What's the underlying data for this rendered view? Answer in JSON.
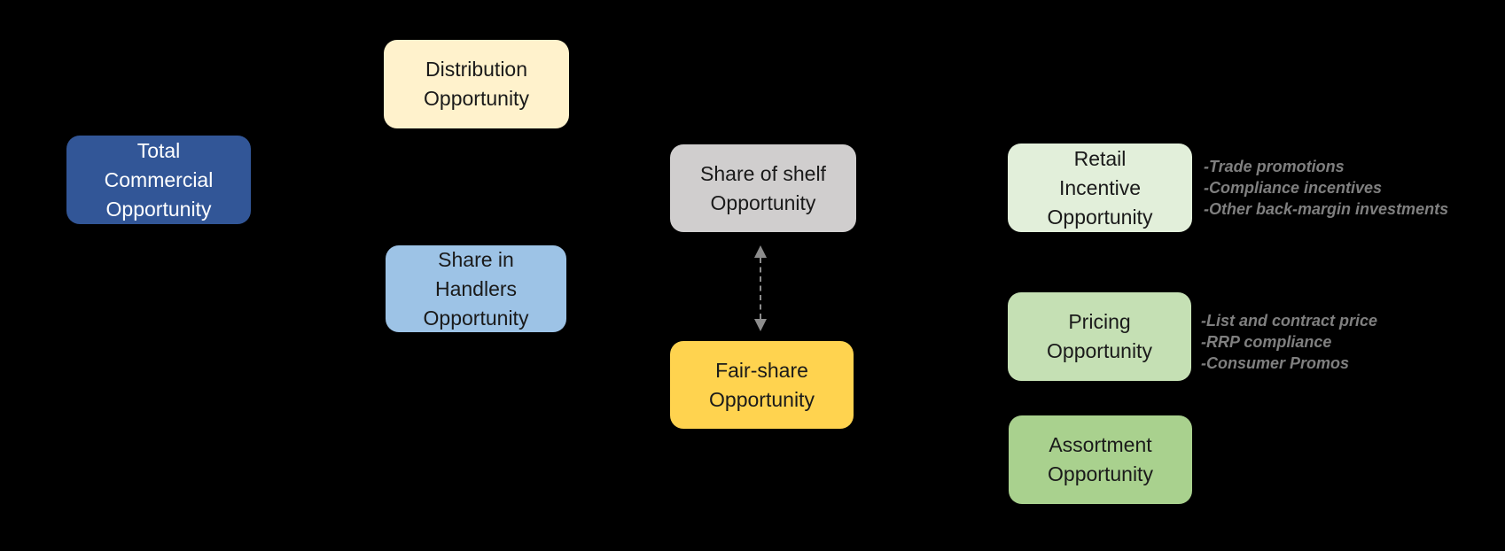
{
  "canvas": {
    "background_color": "#000000"
  },
  "diagram": {
    "nodes": [
      {
        "id": "total-commercial-opportunity",
        "label": "Total\nCommercial\nOpportunity",
        "fill": "#325697",
        "text_color": "#ffffff"
      },
      {
        "id": "distribution-opportunity",
        "label": "Distribution\nOpportunity",
        "fill": "#FFF2CC",
        "text_color": "#1a1a1a"
      },
      {
        "id": "share-in-handlers-opportunity",
        "label": "Share in\nHandlers\nOpportunity",
        "fill": "#9DC3E6",
        "text_color": "#1a1a1a"
      },
      {
        "id": "share-of-shelf-opportunity",
        "label": "Share of shelf\nOpportunity",
        "fill": "#D0CECE",
        "text_color": "#1a1a1a"
      },
      {
        "id": "fair-share-opportunity",
        "label": "Fair-share\nOpportunity",
        "fill": "#FFD34F",
        "text_color": "#1a1a1a"
      },
      {
        "id": "retail-incentive-opportunity",
        "label": "Retail\nIncentive\nOpportunity",
        "fill": "#E2EFDA",
        "text_color": "#1a1a1a"
      },
      {
        "id": "pricing-opportunity",
        "label": "Pricing\nOpportunity",
        "fill": "#C5E0B4",
        "text_color": "#1a1a1a"
      },
      {
        "id": "assortment-opportunity",
        "label": "Assortment\nOpportunity",
        "fill": "#A9D18E",
        "text_color": "#1a1a1a"
      }
    ],
    "connector": {
      "type": "double-headed-dashed-arrow",
      "from": "share-of-shelf-opportunity",
      "to": "fair-share-opportunity",
      "color": "#8c8c8c"
    },
    "annotations": [
      {
        "attached_to": "retail-incentive-opportunity",
        "color": "#7f7f7f",
        "lines": [
          "-Trade promotions",
          "-Compliance incentives",
          "-Other back-margin investments"
        ]
      },
      {
        "attached_to": "pricing-opportunity",
        "color": "#7f7f7f",
        "lines": [
          "-List and contract price",
          "-RRP compliance",
          "-Consumer Promos"
        ]
      }
    ]
  }
}
